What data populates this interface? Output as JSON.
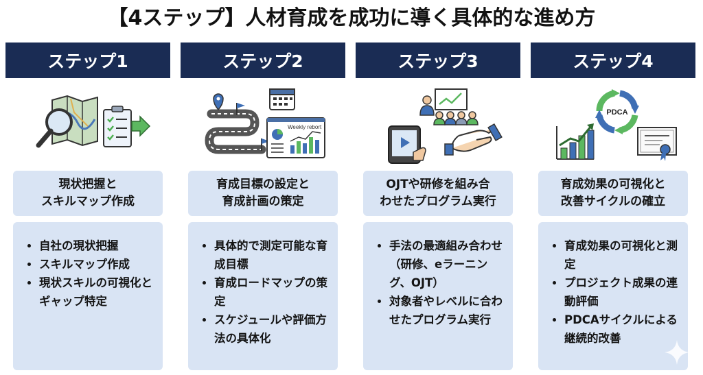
{
  "title": "【4ステップ】人材育成を成功に導く具体的な進め方",
  "steps": [
    {
      "header": "ステップ1",
      "subtitle": [
        "現状把握と",
        "スキルマップ作成"
      ],
      "bullets": [
        "自社の現状把握",
        "スキルマップ作成",
        "現状スキルの可視化とギャップ特定"
      ],
      "icons": [
        "map-magnifier-icon",
        "checklist-clipboard-icon"
      ]
    },
    {
      "header": "ステップ2",
      "subtitle": [
        "育成目標の設定と",
        "育成計画の策定"
      ],
      "bullets": [
        "具体的で測定可能な育成目標",
        "育成ロードマップの策定",
        "スケジュールや評価方法の具体化"
      ],
      "icons": [
        "roadmap-icon",
        "calendar-icon",
        "weekly-report-icon"
      ],
      "report_label": "Weekly rebort"
    },
    {
      "header": "ステップ3",
      "subtitle": [
        "OJTや研修を組み合",
        "わせたプログラム実行"
      ],
      "bullets": [
        "手法の最適組み合わせ（研修、eラーニング、OJT）",
        "対象者やレベルに合わせたプログラム実行"
      ],
      "icons": [
        "training-presentation-icon",
        "elearning-tablet-icon",
        "handshake-icon"
      ]
    },
    {
      "header": "ステップ4",
      "subtitle": [
        "育成効果の可視化と",
        "改善サイクルの確立"
      ],
      "bullets": [
        "育成効果の可視化と測定",
        "プロジェクト成果の連動評価",
        "PDCAサイクルによる継続的改善"
      ],
      "icons": [
        "pdca-cycle-icon",
        "growth-chart-icon",
        "certificate-icon"
      ],
      "cycle_label": "PDCA"
    }
  ],
  "colors": {
    "header_bg": "#1a2c54",
    "panel_bg": "#d9e4f4",
    "accent_green": "#4caf50",
    "accent_blue": "#3f6fb5"
  }
}
